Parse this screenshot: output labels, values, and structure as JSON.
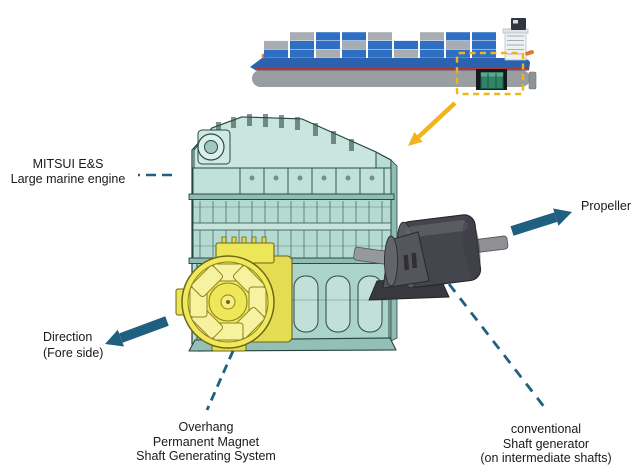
{
  "diagram": {
    "type": "annotated technical illustration",
    "labels": {
      "engine": {
        "line1": "MITSUI E&S",
        "line2": "Large marine engine"
      },
      "propeller": "Propeller",
      "direction": {
        "line1": "Direction",
        "line2": "(Fore side)"
      },
      "pm_system": {
        "line1": "Overhang",
        "line2": "Permanent Magnet",
        "line3": "Shaft Generating System"
      },
      "conventional": {
        "line1": "conventional",
        "line2": "Shaft generator",
        "line3": "(on intermediate shafts)"
      }
    },
    "colors": {
      "accent_teal": "#1f5f80",
      "accent_yellow": "#f2b41d",
      "engine_teal": "#b9dcd4",
      "generator_yellow": "#f0e95e",
      "shaft_generator_gray": "#45454d",
      "ship_hull_blue": "#2b62b0",
      "container_blue": "#2f6fc3",
      "container_gray": "#a7adb3",
      "ship_hull_gray": "#9b9ea1",
      "waterline_red": "#b03a30",
      "text": "#1a1a1a"
    },
    "icons": [
      {
        "name": "container-ship-illustration"
      },
      {
        "name": "engine-room-highlight-box"
      },
      {
        "name": "ship-zoom-arrow-icon"
      },
      {
        "name": "marine-engine-illustration"
      },
      {
        "name": "pm-shaft-generator-illustration"
      },
      {
        "name": "conventional-shaft-generator-illustration"
      },
      {
        "name": "propeller-arrow-icon"
      },
      {
        "name": "direction-arrow-icon"
      }
    ]
  }
}
